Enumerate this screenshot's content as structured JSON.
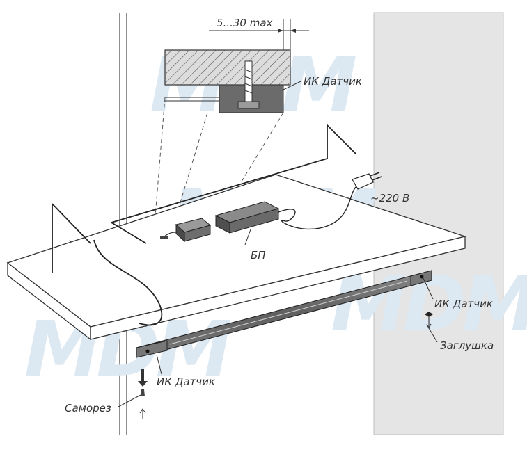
{
  "labels": {
    "gap": "5...30 max",
    "ir_sensor_top": "ИК Датчик",
    "voltage": "~220 В",
    "power_unit": "БП",
    "ir_sensor_right": "ИК Датчик",
    "plug_cap": "Заглушка",
    "ir_sensor_left": "ИК Датчик",
    "screw": "Саморез"
  },
  "watermark": "MDM",
  "colors": {
    "wall": "#e5e5e5",
    "line": "#222222",
    "profile": "#6e6e6e",
    "watermark": "#dce8f2"
  }
}
